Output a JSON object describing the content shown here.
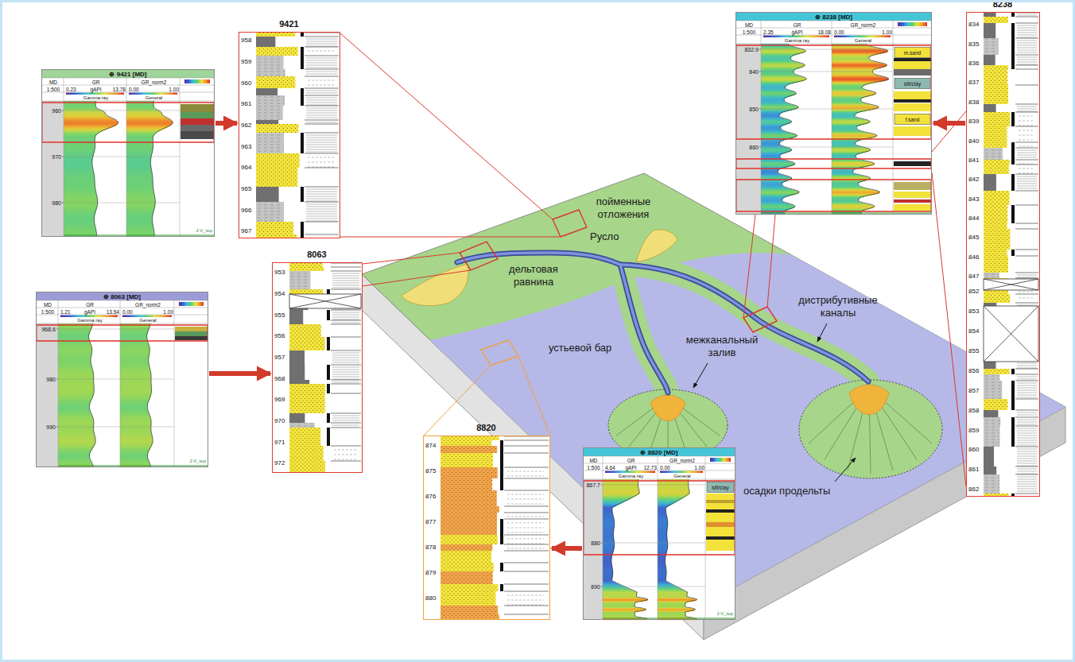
{
  "diagram": {
    "nodes": [
      {
        "text": [
          "⊕ 9421 [MD]",
          "MD",
          "GR",
          "GR_norm2",
          "1:500",
          "0.23",
          "gAPI",
          "13.78",
          "0.00",
          "1.00",
          "Gamma ray",
          "General",
          "960",
          "970",
          "980",
          "J-V_top"
        ]
      },
      {
        "text": [
          "9421",
          "958",
          "959",
          "960",
          "961",
          "962",
          "963",
          "964",
          "965",
          "966",
          "967"
        ]
      },
      {
        "text": [
          "⊕ 8063 [MD]",
          "MD",
          "GR",
          "GR_norm2",
          "1:500",
          "1.21",
          "gAPI",
          "13.54",
          "0.00",
          "1.00",
          "Gamma ray",
          "General",
          "968.6",
          "980",
          "990",
          "J-V_top"
        ]
      },
      {
        "text": [
          "8063",
          "953",
          "954",
          "955",
          "956",
          "957",
          "968",
          "969",
          "970",
          "971",
          "972"
        ]
      },
      {
        "text": [
          "8820",
          "874",
          "875",
          "876",
          "877",
          "878",
          "879",
          "880"
        ]
      },
      {
        "text": [
          "⊕ 8820 [MD]",
          "MD",
          "GR",
          "GR_norm2",
          "1:500",
          "4.64",
          "gAPI",
          "12.73",
          "0.00",
          "1.00",
          "Gamma ray",
          "General",
          "867.7",
          "880",
          "890",
          "silt/clay",
          "J-V_top"
        ]
      },
      {
        "text": [
          "⊕ 8238 [MD]",
          "MD",
          "GR",
          "GR_norm2",
          "1:500",
          "2.35",
          "gAPI",
          "18.08",
          "0.00",
          "1.00",
          "Gamma ray",
          "General",
          "832.9",
          "840",
          "850",
          "860",
          "m.sand",
          "silt/clay",
          "f.sand"
        ]
      },
      {
        "text": [
          "8238",
          "834",
          "835",
          "836",
          "837",
          "838",
          "839",
          "840",
          "841",
          "842",
          "843",
          "844",
          "845",
          "846",
          "847",
          "852",
          "853",
          "854",
          "855",
          "856",
          "857",
          "858",
          "859",
          "860",
          "861",
          "862"
        ]
      }
    ],
    "edges": [
      {
        "from": 0,
        "to": 1,
        "arrow": "to"
      },
      {
        "from": 2,
        "to": 3,
        "arrow": "to"
      },
      {
        "from": 5,
        "to": 4,
        "arrow": "to"
      },
      {
        "from": 7,
        "to": 6,
        "arrow": "to"
      }
    ],
    "labels": [
      "пойменные отложения",
      "Русло",
      "дельтовая равнина",
      "дистрибутивные каналы",
      "устьевой бар",
      "межканальный залив",
      "осадки продельты"
    ]
  }
}
